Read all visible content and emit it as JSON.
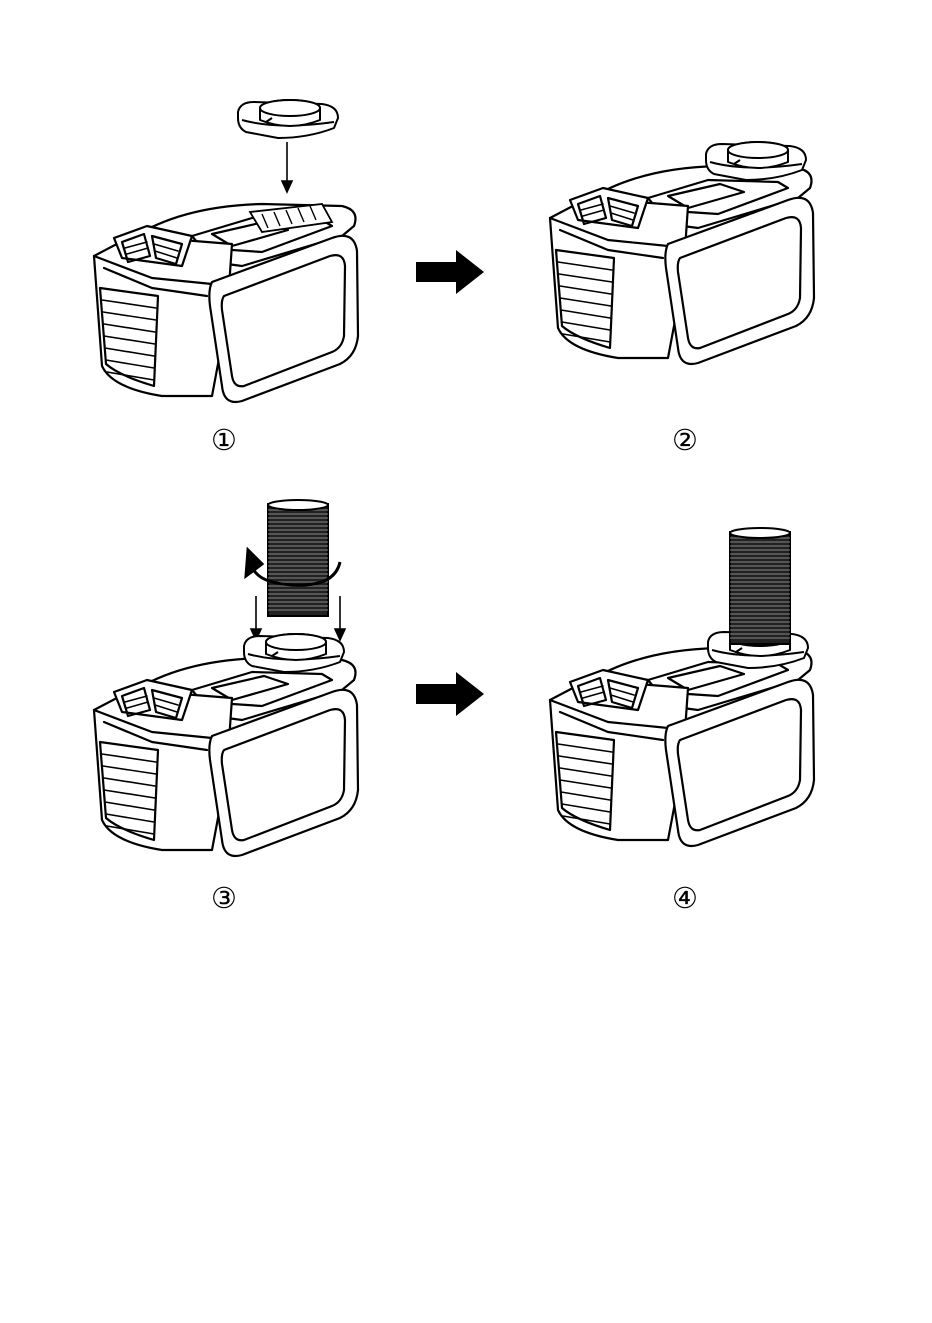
{
  "steps": [
    {
      "label": "①",
      "action": "attach-adapter"
    },
    {
      "label": "②",
      "action": "adapter-attached"
    },
    {
      "label": "③",
      "action": "twist-hose-onto-adapter"
    },
    {
      "label": "④",
      "action": "hose-attached"
    }
  ],
  "colors": {
    "line": "#000000",
    "background": "#ffffff",
    "hose": "#1a1a1a"
  }
}
